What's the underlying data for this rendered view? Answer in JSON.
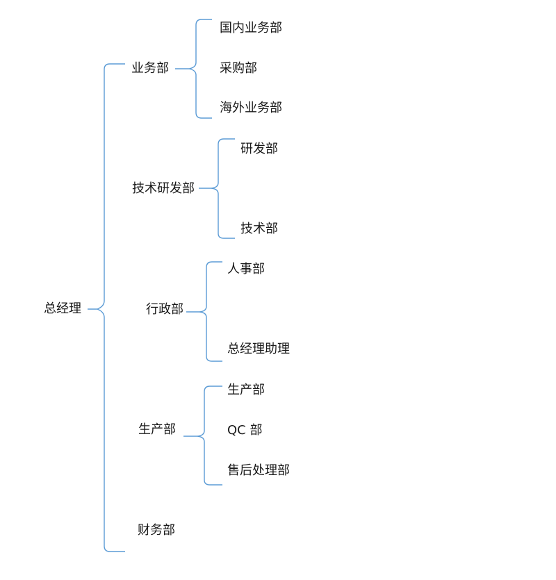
{
  "root": "总经理",
  "departments": [
    {
      "label": "业务部",
      "children": [
        "国内业务部",
        "采购部",
        "海外业务部"
      ]
    },
    {
      "label": "技术研发部",
      "children": [
        "研发部",
        "技术部"
      ]
    },
    {
      "label": "行政部",
      "children": [
        "人事部",
        "总经理助理"
      ]
    },
    {
      "label": "生产部",
      "children": [
        "生产部",
        "QC 部",
        "售后处理部"
      ]
    },
    {
      "label": "财务部",
      "children": []
    }
  ],
  "colors": {
    "bracket": "#5b9bd5",
    "text": "#1a1a1a"
  }
}
